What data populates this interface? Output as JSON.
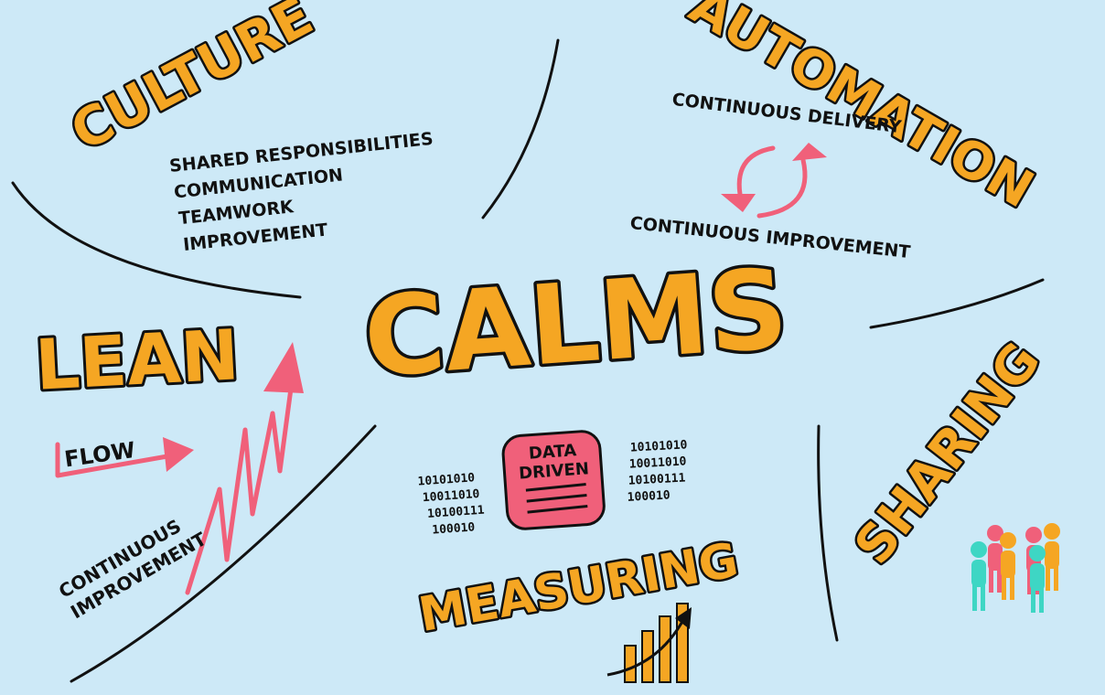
{
  "title": "CALMS",
  "sections": {
    "culture": {
      "heading": "CULTURE",
      "items": [
        "SHARED RESPONSIBILITIES",
        "COMMUNICATION",
        "TEAMWORK",
        "IMPROVEMENT"
      ]
    },
    "automation": {
      "heading": "AUTOMATION",
      "top": "CONTINUOUS DELIVERY",
      "bottom": "CONTINUOUS IMPROVEMENT"
    },
    "lean": {
      "heading": "LEAN",
      "flow": "FLOW",
      "ci_line1": "CONTINUOUS",
      "ci_line2": "IMPROVEMENT"
    },
    "measuring": {
      "heading": "MEASURING",
      "badge_line1": "DATA",
      "badge_line2": "DRIVEN",
      "binary_left": [
        "10101010",
        "10011010",
        "10100111",
        "100010"
      ],
      "binary_right": [
        "10101010",
        "10011010",
        "10100111",
        "100010"
      ]
    },
    "sharing": {
      "heading": "SHARING"
    }
  },
  "colors": {
    "background": "#cde9f7",
    "heading": "#f5a623",
    "accent": "#f0607a",
    "people": [
      "#f0607a",
      "#f5a623",
      "#3ed6c4"
    ]
  }
}
